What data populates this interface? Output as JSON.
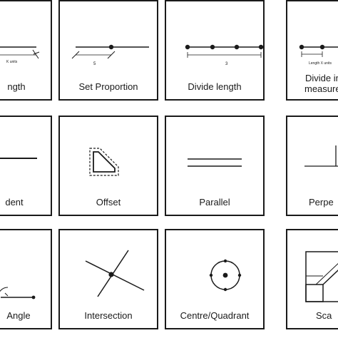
{
  "tiles": {
    "length": {
      "label": "ngth",
      "unit_text": "K units"
    },
    "set_proportion": {
      "label": "Set Proportion",
      "value_text": "5"
    },
    "divide_length": {
      "label": "Divide length",
      "value_text": "3"
    },
    "divide_measure": {
      "label_line1": "Divide in",
      "label_line2": "measure",
      "unit_text": "Length X units"
    },
    "tangent": {
      "label": "dent"
    },
    "offset": {
      "label": "Offset"
    },
    "parallel": {
      "label": "Parallel"
    },
    "perpendicular": {
      "label": "Perpe"
    },
    "angle": {
      "label": "Angle"
    },
    "intersection": {
      "label": "Intersection"
    },
    "centre_quadrant": {
      "label": "Centre/Quadrant"
    },
    "scale": {
      "label": "Sca"
    }
  }
}
